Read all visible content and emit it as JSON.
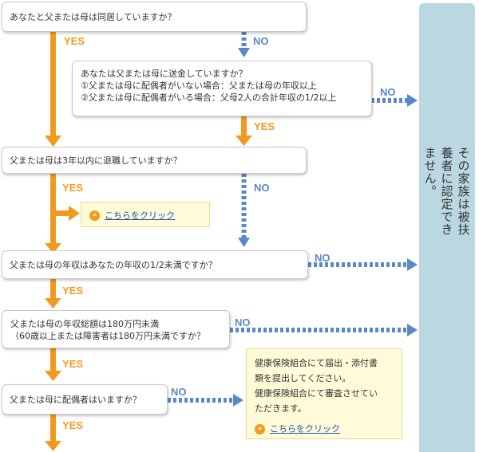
{
  "questions": {
    "q1": "あなたと父または母は同居していますか？",
    "q2": [
      "あなたは父または母に送金していますか？",
      "①父または母に配偶者がいない場合：父または母の年収以上",
      "②父または母に配偶者がいる場合：父母2人の合計年収の1/2以上"
    ],
    "q3": "父または母は3年以内に退職していますか？",
    "q4": "父または母の年収はあなたの年収の1/2未満ですか？",
    "q5": [
      "父または母の年収総額は180万円未満",
      "（60歳以上または障害者は180万円未満ですか？"
    ],
    "q6": "父または母に配偶者はいますか？"
  },
  "labels": {
    "yes": "YES",
    "no": "NO"
  },
  "link1": "こちらをクリック",
  "note2": {
    "lines": [
      "健康保険組合にて届出・添付書",
      "類を提出してください。",
      "健康保険組合にて審査させてい",
      "ただきます。"
    ],
    "link": "こちらをクリック"
  },
  "side": "その家族は被扶養者に認定できません。",
  "icon_glyph": "»",
  "colors": {
    "yes": "#f39a1e",
    "no": "#5b88c6",
    "side_panel": "#bad8e2"
  }
}
